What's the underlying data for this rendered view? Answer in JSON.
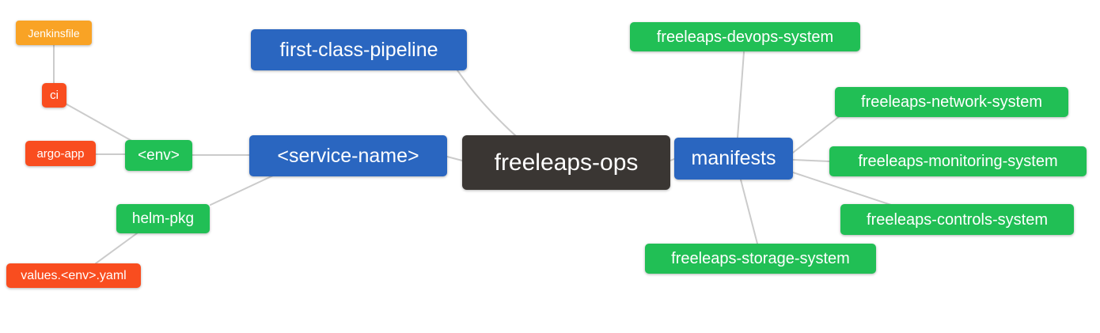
{
  "diagram": {
    "type": "mindmap",
    "root_label": "freeleaps-ops",
    "colors": {
      "background": "#FFFFFF",
      "root_bg": "#3A3633",
      "level1_bg": "#2A66C0",
      "level2_bg": "#21BF55",
      "level3_bg": "#F94D1F",
      "level4_bg": "#F9A325",
      "edge": "#CBCBCB",
      "text": "#FFFFFF"
    },
    "nodes": [
      {
        "id": "jenkinsfile",
        "label": "Jenkinsfile",
        "level": "level4"
      },
      {
        "id": "ci",
        "label": "ci",
        "level": "level3"
      },
      {
        "id": "argo-app",
        "label": "argo-app",
        "level": "level3"
      },
      {
        "id": "env",
        "label": "<env>",
        "level": "level2"
      },
      {
        "id": "helm-pkg",
        "label": "helm-pkg",
        "level": "level2"
      },
      {
        "id": "values-env-yaml",
        "label": "values.<env>.yaml",
        "level": "level3"
      },
      {
        "id": "first-class-pipeline",
        "label": "first-class-pipeline",
        "level": "level1"
      },
      {
        "id": "service-name",
        "label": "<service-name>",
        "level": "level1"
      },
      {
        "id": "freeleaps-ops",
        "label": "freeleaps-ops",
        "level": "root"
      },
      {
        "id": "manifests",
        "label": "manifests",
        "level": "level1"
      },
      {
        "id": "devops-system",
        "label": "freeleaps-devops-system",
        "level": "level2"
      },
      {
        "id": "network-system",
        "label": "freeleaps-network-system",
        "level": "level2"
      },
      {
        "id": "monitoring-system",
        "label": "freeleaps-monitoring-system",
        "level": "level2"
      },
      {
        "id": "controls-system",
        "label": "freeleaps-controls-system",
        "level": "level2"
      },
      {
        "id": "storage-system",
        "label": "freeleaps-storage-system",
        "level": "level2"
      }
    ],
    "edges": [
      {
        "from": "Jenkinsfile",
        "to": "ci"
      },
      {
        "from": "ci",
        "to": "<env>"
      },
      {
        "from": "argo-app",
        "to": "<env>"
      },
      {
        "from": "<env>",
        "to": "<service-name>"
      },
      {
        "from": "helm-pkg",
        "to": "<service-name>"
      },
      {
        "from": "values.<env>.yaml",
        "to": "helm-pkg"
      },
      {
        "from": "first-class-pipeline",
        "to": "freeleaps-ops"
      },
      {
        "from": "<service-name>",
        "to": "freeleaps-ops"
      },
      {
        "from": "freeleaps-ops",
        "to": "manifests"
      },
      {
        "from": "manifests",
        "to": "freeleaps-devops-system"
      },
      {
        "from": "manifests",
        "to": "freeleaps-network-system"
      },
      {
        "from": "manifests",
        "to": "freeleaps-monitoring-system"
      },
      {
        "from": "manifests",
        "to": "freeleaps-controls-system"
      },
      {
        "from": "manifests",
        "to": "freeleaps-storage-system"
      }
    ]
  }
}
